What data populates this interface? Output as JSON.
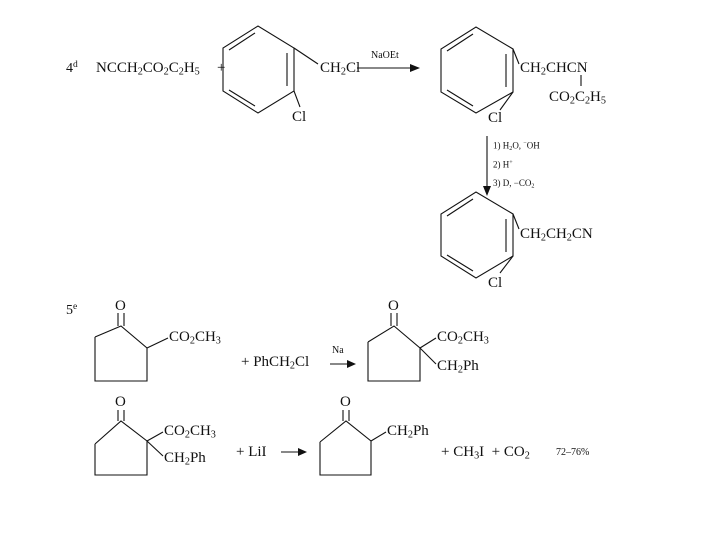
{
  "reaction4": {
    "number": "4",
    "footnote": "d",
    "reagent_main": "NCCH",
    "reagent_s1": "2",
    "reagent_mid": "CO",
    "reagent_s2": "2",
    "reagent_end": "C",
    "reagent_s3": "2",
    "reagent_end2": "H",
    "reagent_s4": "5",
    "plus": "+",
    "substituent_main": "CH",
    "substituent_sub": "2",
    "substituent_end": "Cl",
    "ortho_label": "Cl",
    "condition": "NaOEt",
    "product_chain_main": "CH",
    "product_chain_sub": "2",
    "product_chain_end": "CHCN",
    "product_ester_main": "CO",
    "product_ester_s1": "2",
    "product_ester_mid": "C",
    "product_ester_s2": "2",
    "product_ester_end": "H",
    "product_ester_s3": "5",
    "product_ortho": "Cl",
    "step1_pre": "1) H",
    "step1_sub": "2",
    "step1_post": "O, ",
    "step1_sup": "−",
    "step1_end": "OH",
    "step2_pre": "2) H",
    "step2_sup": "+",
    "step3_pre": "3) D, −CO",
    "step3_sub": "2",
    "final_chain_a": "CH",
    "final_chain_s1": "2",
    "final_chain_b": "CH",
    "final_chain_s2": "2",
    "final_chain_c": "CN",
    "final_ortho": "Cl"
  },
  "reaction5": {
    "number": "5",
    "footnote": "e",
    "ketone_o": "O",
    "ester_main": "CO",
    "ester_sub": "2",
    "ester_end": "CH",
    "ester_s2": "3",
    "plus": "+",
    "reagent_main": "PhCH",
    "reagent_sub": "2",
    "reagent_end": "Cl",
    "condition": "Na",
    "product_o": "O",
    "product_ester_main": "CO",
    "product_ester_sub": "2",
    "product_ester_end": "CH",
    "product_ester_s2": "3",
    "product_benzyl_main": "CH",
    "product_benzyl_sub": "2",
    "product_benzyl_end": "Ph"
  },
  "reaction5b": {
    "ketone_o": "O",
    "ester_main": "CO",
    "ester_sub": "2",
    "ester_end": "CH",
    "ester_s2": "3",
    "benzyl_main": "CH",
    "benzyl_sub": "2",
    "benzyl_end": "Ph",
    "plus1": "+",
    "reagent": "LiI",
    "product_o": "O",
    "product_benzyl_main": "CH",
    "product_benzyl_sub": "2",
    "product_benzyl_end": "Ph",
    "plus2": "+",
    "byproduct1_main": "CH",
    "byproduct1_sub": "3",
    "byproduct1_end": "I",
    "plus3": "+",
    "byproduct2_main": "CO",
    "byproduct2_sub": "2",
    "yield": "72–76%"
  }
}
